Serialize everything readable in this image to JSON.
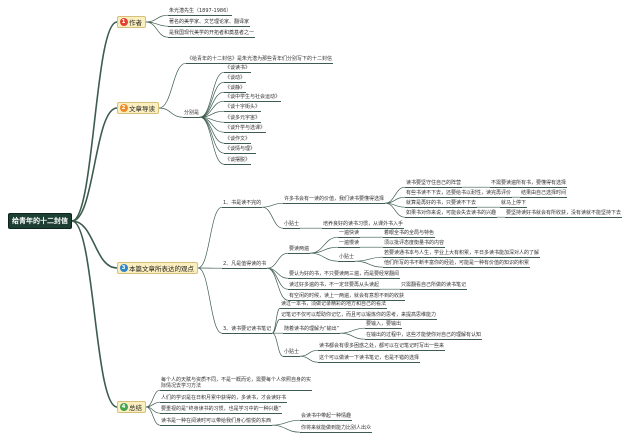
{
  "center": {
    "title": "给青年的十二封信"
  },
  "author": {
    "num": "1",
    "label": "作者",
    "items": [
      "朱光潜先生（1897-1986）",
      "著名的美学家、文艺理论家、翻译家",
      "是我国现代美学的开拓者和奠基者之一"
    ]
  },
  "guide": {
    "num": "2",
    "label": "文章导读",
    "intro": "《给青年的十二封信》是朱光潜为那些青年们分别写下的十二封信",
    "list_label": "分别是",
    "letters": [
      "《谈读书》",
      "《谈动》",
      "《谈静》",
      "《谈中学生与社会运动》",
      "《谈十字街头》",
      "《谈多元宇宙》",
      "《谈升学与选课》",
      "《谈作文》",
      "《谈情与理》",
      "《谈摆脱》"
    ]
  },
  "views": {
    "num": "3",
    "label": "本篇文章所表达的观点",
    "point_1": {
      "label": "1、书是读不完的",
      "choose": {
        "label": "许多书会有一读的价值，我们读书要懂得选择",
        "items": [
          {
            "text": "读书要坚守住自己的阵营",
            "result": "不需要读遍所有书，要懂得有选择"
          },
          {
            "text": "有些书读不下去，还要给书以耐性，读完再评价",
            "result": "结果由自己选择时间"
          },
          {
            "text": "就算是再好的书，只要读不下去",
            "result": "就马上停下"
          },
          {
            "text": "如果书对你来说，可能会失去读书的兴趣",
            "result": "要坚持读好书就会有所收获，没有读就不能坚持下去"
          }
        ]
      },
      "tip": {
        "label": "小贴士",
        "text": "培养良好的读书习惯，从课外书入手"
      }
    },
    "point_2": {
      "label": "2、凡是值得读的书",
      "twice": {
        "label": "要读两遍",
        "fast": {
          "label": "一遍快读",
          "text": "着眼全书的全局与特色"
        },
        "slow": {
          "label": "一遍慢读",
          "text": "须以批评态度衡量书的内容"
        },
        "tip": {
          "label": "小贴士",
          "lines": [
            "若要读通书本与人生，学业上大有积累，平日多读书能加深对人的了解",
            "他们所写的书不断丰富你的经验，可能是一种有价值的知识的积累"
          ]
        }
      },
      "often": "要认为好的书，不只要读两三遍，而是要经常翻阅",
      "reread": {
        "text": "读过好多遍的书，不一定非要再从头读起",
        "result": "只需翻看自己所做的读书笔记"
      },
      "spare": "有空闲的时候，读上一两遍，就会有意想不到的收获"
    },
    "point_3": {
      "label": "3、读书要记读书笔记",
      "notes": [
        "读过一本书，须做记录精彩的地方和自己的看法",
        "记笔记不仅可以帮助你记忆，而且可以锻炼你的思考，来提高思维能力"
      ],
      "output": {
        "label": "随着读书的理解为“输出”",
        "lines": [
          "要输入，要输出",
          "在输出的过程中，这些才能使你对自己的理解有认知"
        ]
      },
      "tip": {
        "label": "小贴士",
        "lines": [
          "读书都会有很多困惑之处，都可以在记笔记时写出一些来",
          "这个可以做读一下读书笔记，也是不错的选择"
        ]
      }
    }
  },
  "summary": {
    "num": "4",
    "label": "总结",
    "items": [
      "每个人的天赋与资质不同，不是一概而论，需要每个人依照自身的实际情况去学习方法",
      "人们的学识是在日积月累中获得的，多读书，才会读好书",
      "要重视的是“终身读书的习惯，也是学习中的一种兴趣”"
    ],
    "joy": {
      "text": "读书是一种在阅读时可以带给我们身心愉悦的东西",
      "lines": [
        "会读书中带起一种情趣",
        "你将来就能做到能力比别人出众"
      ]
    }
  },
  "colors": {
    "center_bg": "#1d3f33",
    "line": "#3d5c4e",
    "node_bg": "#fcefbf",
    "badge_1": "#e2412f",
    "badge_2": "#f08a2a",
    "badge_3": "#2f86c8",
    "badge_4": "#47a24c"
  }
}
